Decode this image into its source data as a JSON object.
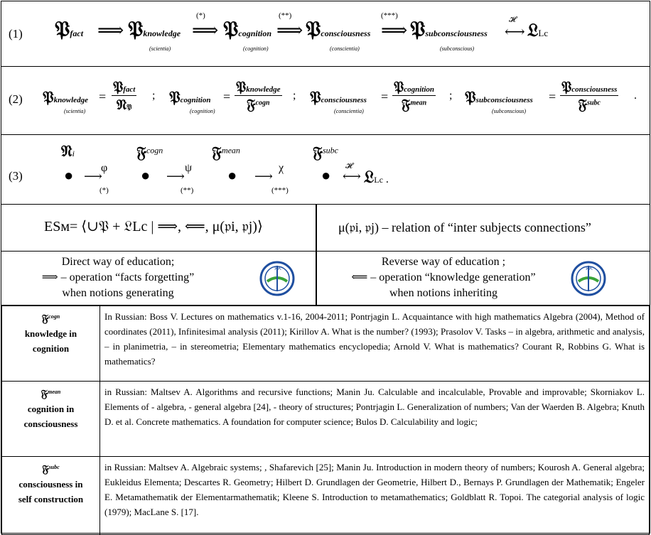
{
  "row1": {
    "num": "(1)",
    "p_fact": "𝔓",
    "s_fact": "fact",
    "s_knowledge": "knowledge",
    "s_knowledge_note": "(scientia)",
    "s_cognition": "cognition",
    "s_cognition_note": "(cognition)",
    "s_consciousness": "consciousness",
    "s_consciousness_note": "(conscientia)",
    "s_subconsciousness": "subconsciousness",
    "s_subconsciousness_note": "(subconscious)",
    "mark1": "(*)",
    "mark2": "(**)",
    "mark3": "(***)",
    "arrow": "⟹",
    "iso_top": "𝓗",
    "iso": "⟷",
    "L": "𝔏",
    "L_sub": "Lc"
  },
  "row2": {
    "num": "(2)",
    "eq1_l": "knowledge",
    "eq1_l_note": "(scientia)",
    "eq1_n": "fact",
    "eq1_d": "𝔑",
    "eq2_l": "cognition",
    "eq2_l_note": "(cognition)",
    "eq2_n": "knowledge",
    "eq2_d": "cogn",
    "eq3_l": "consciousness",
    "eq3_l_note": "(conscientia)",
    "eq3_n": "cognition",
    "eq3_d": "mean",
    "eq4_l": "subconsciousness",
    "eq4_l_note": "(subconscious)",
    "eq4_n": "consciousness",
    "eq4_d": "subc"
  },
  "row3": {
    "num": "(3)",
    "n_i": "𝔑",
    "sub_i": "i",
    "f_cogn": "cogn",
    "f_mean": "mean",
    "f_subc": "subc",
    "phi": "φ",
    "psi": "ψ",
    "chi": "χ",
    "m1": "(*)",
    "m2": "(**)",
    "m3": "(***)"
  },
  "row4": {
    "esm_left": "ESм=",
    "esm_body": "⟨∪𝔓 + 𝔏Lc | ⟹, ⟸, μ(𝔭i, 𝔭j)⟩",
    "mu_text": "μ(𝔭i, 𝔭j) – relation of “inter subjects connections”"
  },
  "row5": {
    "left_line1": "Direct way of education;",
    "left_line2": "⟹ – operation “facts forgetting”",
    "left_line3": "when notions generating",
    "right_line1": "Reverse way of education ;",
    "right_line2": "⟸ – operation “knowledge generation”",
    "right_line3": "when notions inheriting"
  },
  "refs": [
    {
      "sym": "cogn",
      "label1": "knowledge in",
      "label2": "cognition",
      "text": "In Russian: Boss V. Lectures on mathematics v.1-16, 2004-2011; Pontrjagin L. Acquaintance with high mathematics Algebra (2004), Method of coordinates (2011), Infinitesimal analysis (2011); Kirillov A. What is the number? (1993); Prasolov V. Tasks – in algebra, arithmetic and analysis, – in planimetria, – in stereometria; Elementary mathematics encyclopedia; Arnold V. What is mathematics? Courant R, Robbins G. What is mathematics?"
    },
    {
      "sym": "mean",
      "label1": "cognition in",
      "label2": "consciousness",
      "text": "in Russian: Maltsev A. Algorithms and recursive functions; Manin Ju. Calculable and incalculable, Provable and improvable; Skorniakov L. Elements of - algebra, - general algebra [24], - theory of structures; Pontrjagin L. Generalization of numbers; Van der Waerden B. Algebra; Knuth D. et al. Concrete mathematics. A foundation for computer science; Bulos D. Calculability and logic;"
    },
    {
      "sym": "subc",
      "label1": "consciousness in",
      "label2": "self construction",
      "text": "in Russian: Maltsev A. Algebraic systems; , Shafarevich [25]; Manin Ju. Introduction in modern theory of numbers; Kourosh A. General algebra; Eukleidus Elementa; Descartes R. Geometry; Hilbert D. Grundlagen der Geometrie, Hilbert D., Bernays P. Grundlagen der Mathematik; Engeler E. Metamathematik der Elementarmathematik; Kleene S. Introduction to metamathematics; Goldblatt R. Topoi. The categorial analysis of logic (1979); MacLane S. [17]."
    }
  ]
}
